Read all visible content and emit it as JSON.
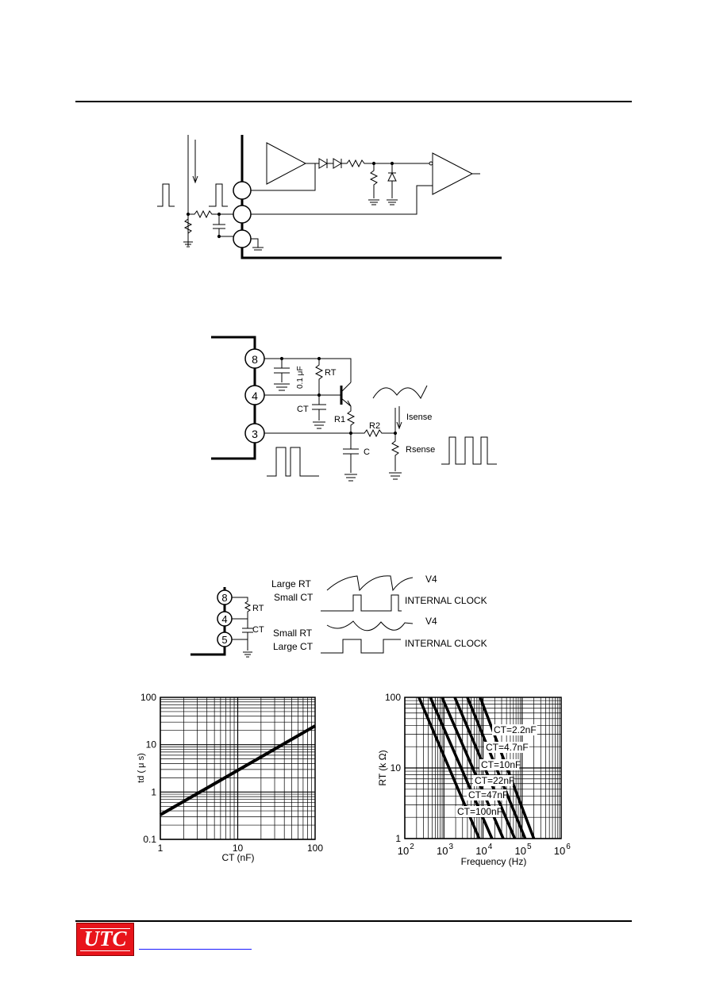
{
  "fig3": {
    "labels": {
      "large_rt": "Large RT",
      "small_ct": "Small CT",
      "small_rt": "Small RT",
      "large_ct": "Large CT",
      "v4_a": "V4",
      "v4_b": "V4",
      "clock_a": "INTERNAL CLOCK",
      "clock_b": "INTERNAL CLOCK",
      "rt": "RT",
      "ct": "CT"
    },
    "pins": [
      "8",
      "4",
      "5"
    ]
  },
  "fig2": {
    "pins": [
      "8",
      "4",
      "3"
    ],
    "labels": {
      "cap": "0.1 μF",
      "rt": "RT",
      "ct": "CT",
      "r1": "R1",
      "r2": "R2",
      "c": "C",
      "isense": "Isense",
      "rsense": "Rsense"
    }
  },
  "chart_data": [
    {
      "type": "line",
      "xlabel": "CT  (nF)",
      "ylabel": "td ( μ s)",
      "x_scale": "log",
      "y_scale": "log",
      "xlim": [
        1,
        100
      ],
      "ylim": [
        0.1,
        100
      ],
      "x_ticks": [
        "1",
        "10",
        "100"
      ],
      "y_ticks": [
        "100",
        "10",
        "1",
        "0.1"
      ],
      "grid": true,
      "series": [
        {
          "x": [
            1,
            100
          ],
          "y": [
            0.33,
            25
          ]
        }
      ]
    },
    {
      "type": "line",
      "xlabel": "Frequency  (Hz)",
      "ylabel": "RT (k Ω)",
      "x_scale": "log",
      "y_scale": "log",
      "xlim": [
        100,
        1000000
      ],
      "ylim": [
        1,
        100
      ],
      "x_ticks": [
        "2",
        "3",
        "4",
        "5",
        "6"
      ],
      "x_tick_base": "10",
      "y_ticks": [
        "100",
        "10",
        "1"
      ],
      "grid": true,
      "series": [
        {
          "name": "CT=2.2nF",
          "x": [
            8500,
            200000
          ],
          "y": [
            100,
            1
          ]
        },
        {
          "name": "CT=4.7nF",
          "x": [
            4000,
            120000
          ],
          "y": [
            100,
            1
          ]
        },
        {
          "name": "CT=10nF",
          "x": [
            1900,
            65000
          ],
          "y": [
            100,
            1
          ]
        },
        {
          "name": "CT=22nF",
          "x": [
            900,
            33000
          ],
          "y": [
            100,
            1
          ]
        },
        {
          "name": "CT=47nF",
          "x": [
            450,
            17000
          ],
          "y": [
            100,
            1
          ]
        },
        {
          "name": "CT=100nF",
          "x": [
            230,
            8000
          ],
          "y": [
            100,
            1
          ]
        }
      ]
    }
  ]
}
